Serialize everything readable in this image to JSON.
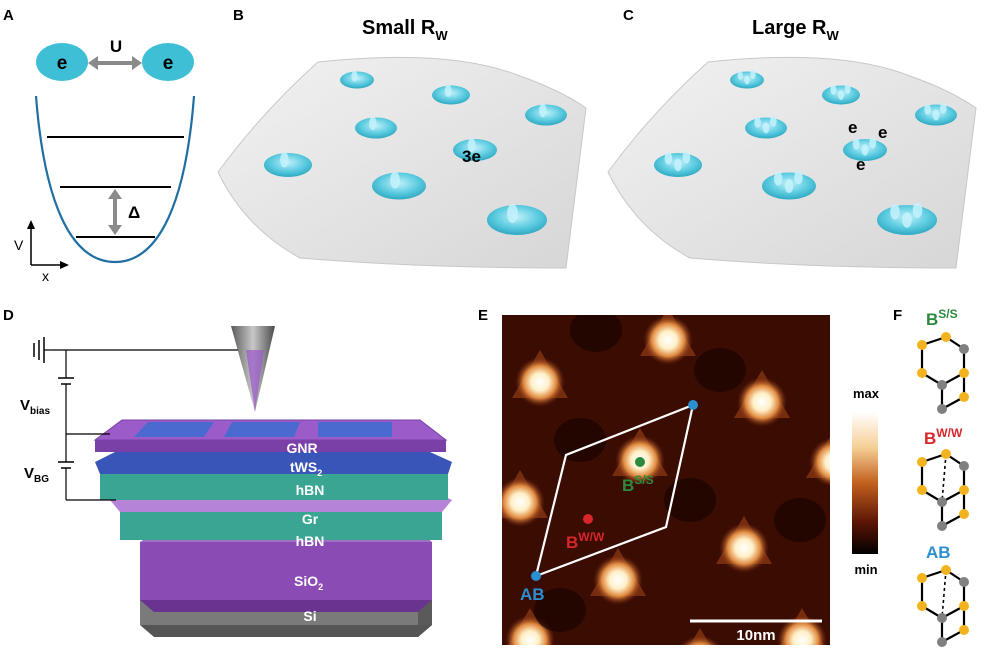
{
  "panels": {
    "A": {
      "letter": "A",
      "particle": "e",
      "interaction": "U",
      "gap": "Δ",
      "axis_y": "V",
      "axis_x": "x"
    },
    "B": {
      "letter": "B",
      "title_main": "Small R",
      "title_sub": "W",
      "dot_label": "3e"
    },
    "C": {
      "letter": "C",
      "title_main": "Large R",
      "title_sub": "W",
      "electron": "e"
    },
    "D": {
      "letter": "D",
      "vbias_main": "V",
      "vbias_sub": "bias",
      "vbg_main": "V",
      "vbg_sub": "BG",
      "layers": {
        "gnr": "GNR",
        "tws2_main": "tWS",
        "tws2_sub": "2",
        "hbn_top": "hBN",
        "gr": "Gr",
        "hbn_bottom": "hBN",
        "sio2_main": "SiO",
        "sio2_sub": "2",
        "si": "Si"
      }
    },
    "E": {
      "letter": "E",
      "colorbar_max": "max",
      "colorbar_min": "min",
      "scalebar": "10nm",
      "sites": {
        "bss_main": "B",
        "bss_sup": "S/S",
        "bww_main": "B",
        "bww_sup": "W/W",
        "ab": "AB"
      }
    },
    "F": {
      "letter": "F",
      "bss_main": "B",
      "bss_sup": "S/S",
      "bww_main": "B",
      "bww_sup": "W/W",
      "ab": "AB"
    }
  },
  "colors": {
    "electron": "#3fbfd6",
    "well": "#1f6fa3",
    "layer_purple": "#8a4bb5",
    "layer_teal": "#3aa592",
    "layer_blue": "#3a55b8",
    "site_green": "#2c8a3e",
    "site_red": "#d8262a",
    "site_blue": "#2b8fd0",
    "atom_gold": "#f2b31e",
    "atom_grey": "#808080"
  }
}
